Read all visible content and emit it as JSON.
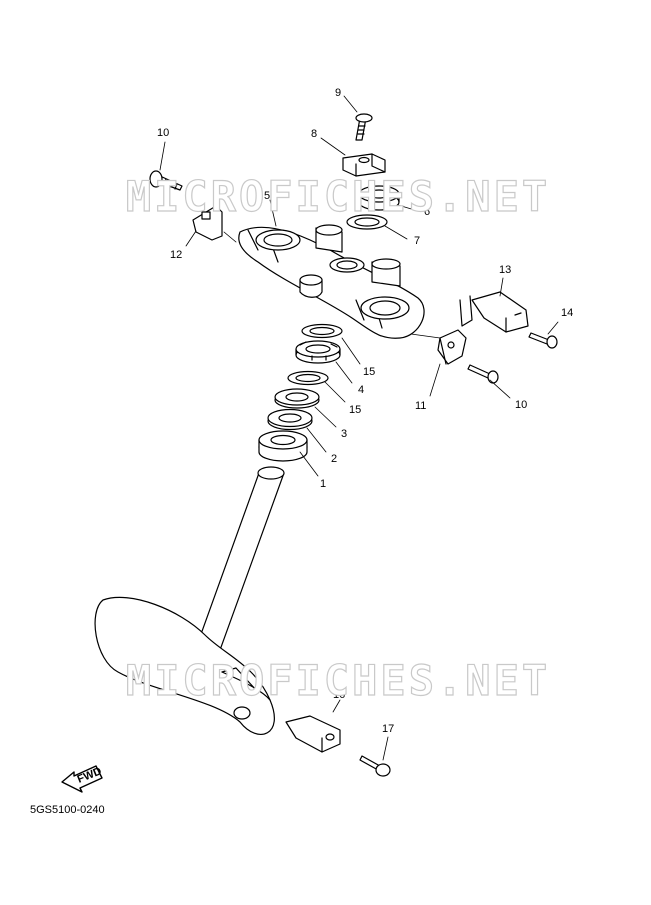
{
  "watermark": {
    "text": "MICROFICHES.NET"
  },
  "diagram": {
    "code": "5GS5100-0240",
    "fwd_label": "FWD",
    "callouts": [
      {
        "id": "c9",
        "text": "9"
      },
      {
        "id": "c8",
        "text": "8"
      },
      {
        "id": "c10a",
        "text": "10"
      },
      {
        "id": "c6",
        "text": "6"
      },
      {
        "id": "c5",
        "text": "5"
      },
      {
        "id": "c7",
        "text": "7"
      },
      {
        "id": "c12",
        "text": "12"
      },
      {
        "id": "c13",
        "text": "13"
      },
      {
        "id": "c14",
        "text": "14"
      },
      {
        "id": "c15a",
        "text": "15"
      },
      {
        "id": "c4",
        "text": "4"
      },
      {
        "id": "c15b",
        "text": "15"
      },
      {
        "id": "c11",
        "text": "11"
      },
      {
        "id": "c10b",
        "text": "10"
      },
      {
        "id": "c3",
        "text": "3"
      },
      {
        "id": "c2",
        "text": "2"
      },
      {
        "id": "c1",
        "text": "1"
      },
      {
        "id": "c16",
        "text": "16"
      },
      {
        "id": "c17",
        "text": "17"
      }
    ]
  }
}
